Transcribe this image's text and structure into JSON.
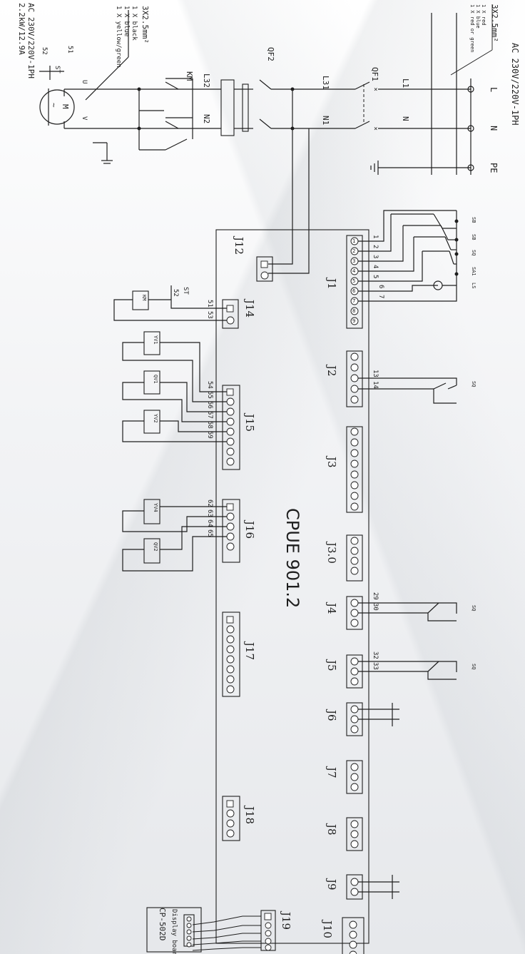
{
  "power": {
    "supply": "AC 230V/220V-1PH",
    "cable_main": "3X2.5mm²",
    "cable_main_cores": [
      "1 X red",
      "1 X blue",
      "1 X red or green"
    ],
    "terminal_L": "L",
    "terminal_N": "N",
    "terminal_PE": "PE",
    "wire_L1": "L1",
    "wire_N": "N",
    "wire_L31": "L31",
    "wire_N1": "N1",
    "wire_L32": "L32",
    "wire_N2": "N2",
    "breaker_1": "QF1",
    "breaker_2": "QF2",
    "contactor": "KM"
  },
  "motor": {
    "cable": "3X2.5mm²",
    "cores": [
      "1 X black",
      "1 X blue",
      "1 X yellow/green"
    ],
    "phase_U": "U",
    "phase_V": "V",
    "symbol": "M",
    "symbol_ac": "~",
    "thermal": "ST",
    "thermal_terminals": [
      "51",
      "52"
    ],
    "rating_supply": "AC 230V/220V-1PH",
    "rating_power": "2.2kW/12.9A"
  },
  "board": {
    "name": "CPUE 901.2",
    "connectors": {
      "J1": "J1",
      "J2": "J2",
      "J3": "J3",
      "J30": "J3.0",
      "J4": "J4",
      "J5": "J5",
      "J6": "J6",
      "J7": "J7",
      "J8": "J8",
      "J9": "J9",
      "J10": "J10",
      "J12": "J12",
      "J14": "J14",
      "J15": "J15",
      "J16": "J16",
      "J17": "J17",
      "J18": "J18",
      "J19": "J19"
    },
    "pins": {
      "p1": "1",
      "p2": "2",
      "p3": "3",
      "p4": "4",
      "p5": "5",
      "p6": "6",
      "p7": "7",
      "p8": "8",
      "p9": "9"
    }
  },
  "j1_wires": [
    "1",
    "2",
    "3",
    "4",
    "5",
    "6",
    "7"
  ],
  "j1_devices": [
    "SB",
    "SB",
    "SQ",
    "SA1",
    "LS"
  ],
  "j2_wires": [
    "13",
    "14"
  ],
  "j2_device": "SQ",
  "j4_wires": [
    "29",
    "30"
  ],
  "j4_device": "SQ",
  "j5_wires": [
    "32",
    "33"
  ],
  "j5_device": "SQ",
  "j14_wires": [
    "51",
    "53",
    "52"
  ],
  "j14_device": "KM",
  "j14_thermal": "ST",
  "j15_wires": [
    "54",
    "55",
    "56",
    "57",
    "58",
    "59"
  ],
  "j15_valves": [
    "YV1",
    "QV1",
    "YV2"
  ],
  "j16_wires": [
    "62",
    "63",
    "64",
    "65"
  ],
  "j16_valves": [
    "YV4",
    "QV2"
  ],
  "display": {
    "label": "Display board",
    "model": "CP-502D"
  }
}
